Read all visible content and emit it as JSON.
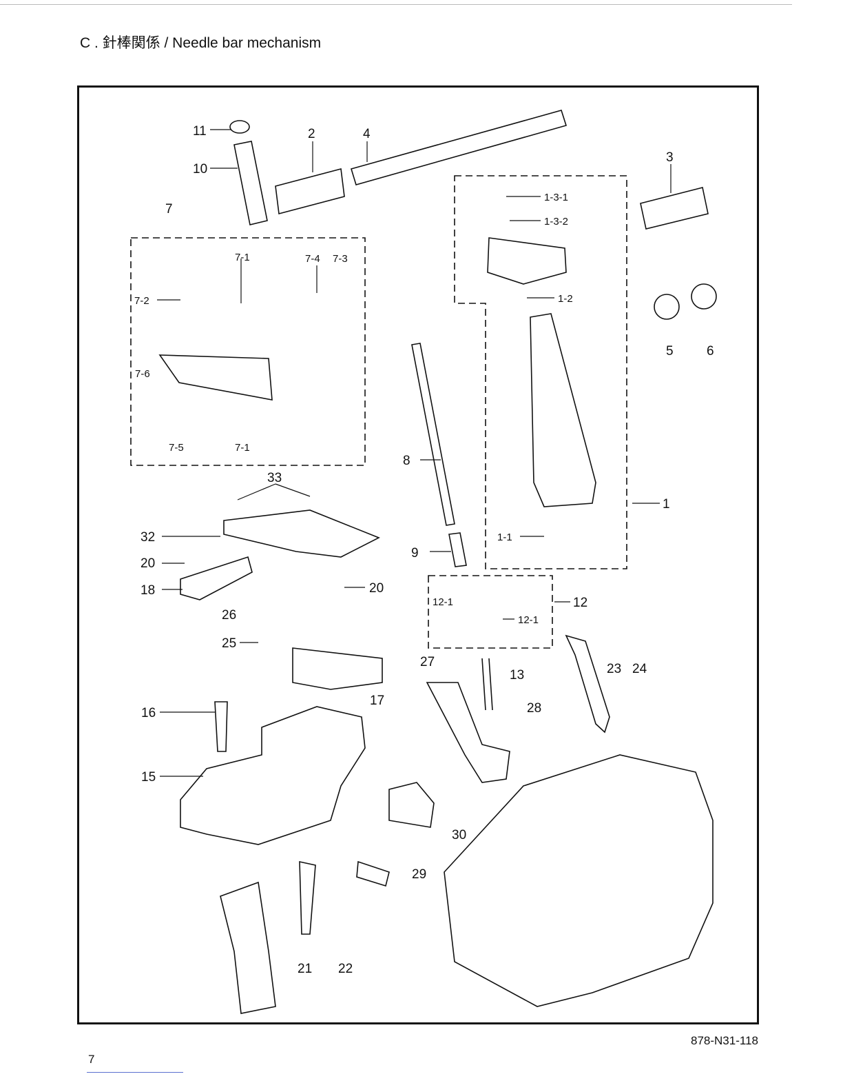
{
  "header": {
    "title": "C . 針棒関係 / Needle bar mechanism"
  },
  "footer": {
    "doc_code": "878-N31-118",
    "page_number": "7"
  },
  "callouts": [
    {
      "id": "c-11",
      "label": "11"
    },
    {
      "id": "c-10",
      "label": "10"
    },
    {
      "id": "c-2",
      "label": "2"
    },
    {
      "id": "c-4",
      "label": "4"
    },
    {
      "id": "c-3",
      "label": "3"
    },
    {
      "id": "c-1-3-1",
      "label": "1-3-1"
    },
    {
      "id": "c-1-3-2",
      "label": "1-3-2"
    },
    {
      "id": "c-1-2",
      "label": "1-2"
    },
    {
      "id": "c-5",
      "label": "5"
    },
    {
      "id": "c-6",
      "label": "6"
    },
    {
      "id": "c-7",
      "label": "7"
    },
    {
      "id": "c-7-1a",
      "label": "7-1"
    },
    {
      "id": "c-7-4",
      "label": "7-4"
    },
    {
      "id": "c-7-3",
      "label": "7-3"
    },
    {
      "id": "c-7-2",
      "label": "7-2"
    },
    {
      "id": "c-7-6",
      "label": "7-6"
    },
    {
      "id": "c-7-5",
      "label": "7-5"
    },
    {
      "id": "c-7-1b",
      "label": "7-1"
    },
    {
      "id": "c-8",
      "label": "8"
    },
    {
      "id": "c-1",
      "label": "1"
    },
    {
      "id": "c-1-1",
      "label": "1-1"
    },
    {
      "id": "c-9",
      "label": "9"
    },
    {
      "id": "c-33",
      "label": "33"
    },
    {
      "id": "c-32",
      "label": "32"
    },
    {
      "id": "c-20a",
      "label": "20"
    },
    {
      "id": "c-18",
      "label": "18"
    },
    {
      "id": "c-20b",
      "label": "20"
    },
    {
      "id": "c-26",
      "label": "26"
    },
    {
      "id": "c-25",
      "label": "25"
    },
    {
      "id": "c-12-1a",
      "label": "12-1"
    },
    {
      "id": "c-12",
      "label": "12"
    },
    {
      "id": "c-12-1b",
      "label": "12-1"
    },
    {
      "id": "c-27",
      "label": "27"
    },
    {
      "id": "c-13",
      "label": "13"
    },
    {
      "id": "c-23",
      "label": "23"
    },
    {
      "id": "c-24",
      "label": "24"
    },
    {
      "id": "c-17",
      "label": "17"
    },
    {
      "id": "c-16",
      "label": "16"
    },
    {
      "id": "c-28",
      "label": "28"
    },
    {
      "id": "c-15",
      "label": "15"
    },
    {
      "id": "c-30",
      "label": "30"
    },
    {
      "id": "c-29",
      "label": "29"
    },
    {
      "id": "c-21",
      "label": "21"
    },
    {
      "id": "c-22",
      "label": "22"
    }
  ]
}
